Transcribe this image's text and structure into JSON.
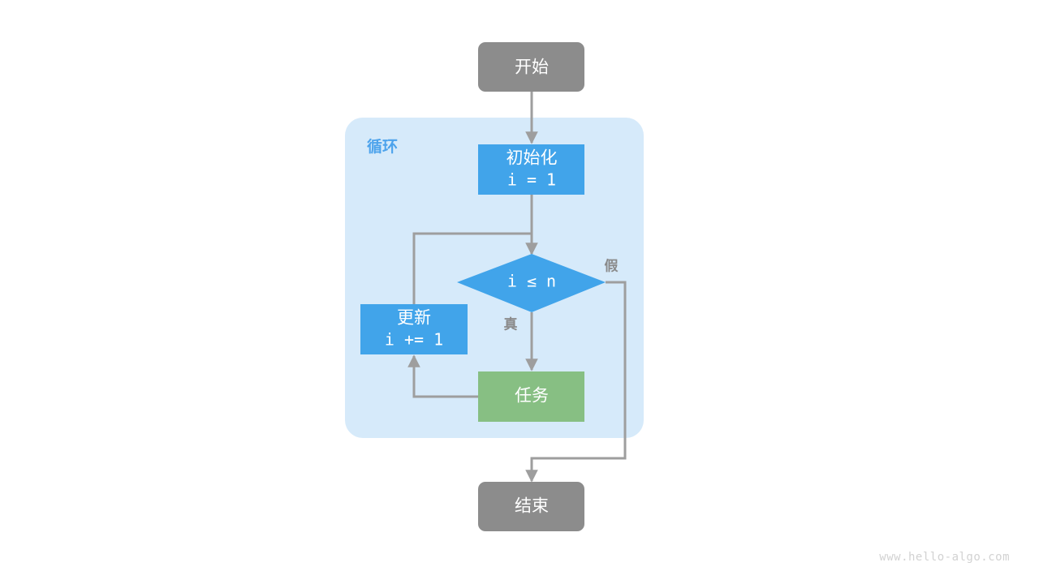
{
  "diagram": {
    "title_watermark": "www.hello-algo.com",
    "group": {
      "label": "循环",
      "fill": "#d6eafa"
    },
    "nodes": {
      "start": {
        "label": "开始",
        "fill": "#8c8c8c"
      },
      "init": {
        "label_line1": "初始化",
        "label_line2": "i = 1",
        "fill": "#41a4ea"
      },
      "condition": {
        "label": "i ≤ n",
        "fill": "#41a4ea"
      },
      "update": {
        "label_line1": "更新",
        "label_line2": "i += 1",
        "fill": "#41a4ea"
      },
      "task": {
        "label": "任务",
        "fill": "#87bf83"
      },
      "end": {
        "label": "结束",
        "fill": "#8c8c8c"
      }
    },
    "edges": {
      "true_label": "真",
      "false_label": "假",
      "stroke": "#9e9e9e"
    }
  }
}
